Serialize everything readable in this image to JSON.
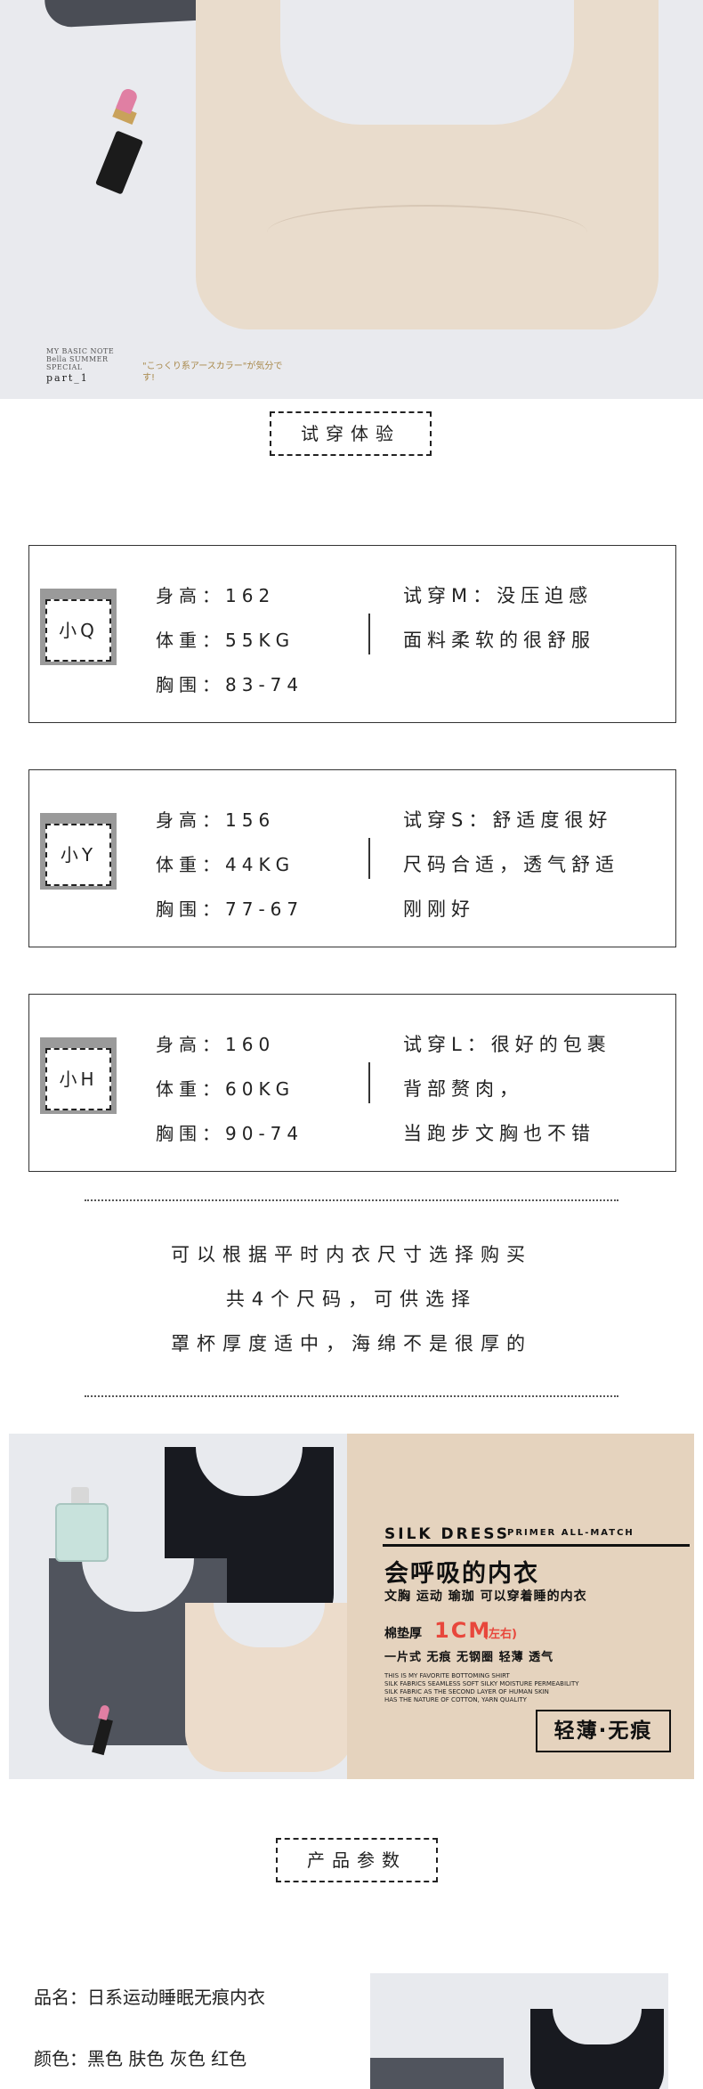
{
  "hero": {
    "note_line1": "MY BASIC NOTE",
    "note_line2": "Bella SUMMER",
    "note_line3": "SPECIAL",
    "part": "part_1",
    "jp_note": "\"こっくり系アースカラー\"が気分です!"
  },
  "trial_title": "试穿体验",
  "testers": [
    {
      "name": "小Q",
      "height": "身高：162",
      "weight": "体重：55KG",
      "bust": "胸围：83-74",
      "comment_lines": [
        "试穿M：没压迫感",
        "面料柔软的很舒服",
        ""
      ]
    },
    {
      "name": "小Y",
      "height": "身高：156",
      "weight": "体重：44KG",
      "bust": "胸围：77-67",
      "comment_lines": [
        "试穿S：舒适度很好",
        "尺码合适，透气舒适",
        "刚刚好"
      ]
    },
    {
      "name": "小H",
      "height": "身高：160",
      "weight": "体重：60KG",
      "bust": "胸围：90-74",
      "comment_lines": [
        "试穿L：很好的包裹",
        "背部赘肉，",
        "当跑步文胸也不错"
      ]
    }
  ],
  "tips": [
    "可以根据平时内衣尺寸选择购买",
    "共4个尺码，可供选择",
    "罩杯厚度适中，海绵不是很厚的"
  ],
  "banner": {
    "silk": "SILK DRESS",
    "primer": "PRIMER ALL-MATCH",
    "headline": "会呼吸的内衣",
    "subline": "文胸 运动 瑜珈 可以穿着睡的内衣",
    "pad_label": "棉垫厚",
    "pad_value": "1CM",
    "pad_note": "(左右)",
    "features": "一片式 无痕 无钢圈 轻薄 透气",
    "eng1": "THIS IS MY FAVORITE BOTTOMING SHIRT",
    "eng2": "SILK FABRICS SEAMLESS SOFT SILKY MOISTURE PERMEABILITY",
    "eng3": "SILK FABRIC AS THE SECOND LAYER OF HUMAN SKIN",
    "eng4": "HAS THE NATURE OF COTTON, YARN QUALITY",
    "stamp": "轻薄·无痕"
  },
  "params_title": "产品参数",
  "params": {
    "name": "品名：日系运动睡眠无痕内衣",
    "colors": "颜色：黑色 肤色 灰色 红色"
  }
}
